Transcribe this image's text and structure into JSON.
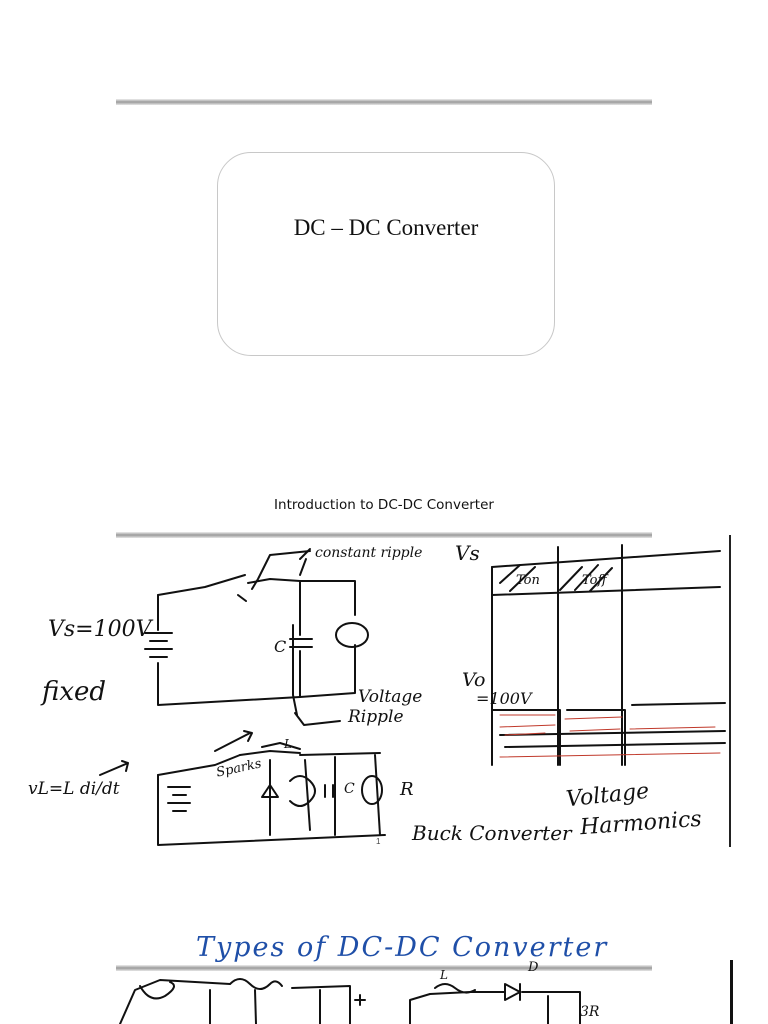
{
  "page1": {
    "title": "DC – DC Converter"
  },
  "page2": {
    "caption": "Introduction to DC-DC Converter",
    "handwriting": {
      "vs_label": "Vs=100V",
      "fixed": "fixed",
      "constant_ripple": "constant ripple",
      "c_label": "C",
      "voltage_ripple_1": "Voltage",
      "voltage_ripple_2": "Ripple",
      "vs_axis": "Vs",
      "ton": "Ton",
      "toff": "Toff",
      "vo_axis": "Vo",
      "vo_value": "=100V",
      "l_label": "L",
      "inductor_eq": "vL=L di/dt",
      "sparks": "Sparks",
      "c2_label": "C",
      "r_label": "R",
      "buck": "Buck Converter",
      "voltage_h": "Voltage",
      "harmonics": "Harmonics"
    },
    "page_number": "1"
  },
  "page3": {
    "heading": "Types of DC-DC Converter",
    "labels": {
      "d": "D",
      "r": "3R",
      "l": "L"
    }
  },
  "colors": {
    "ink": "#111111",
    "red_ink": "#c0392b",
    "blue_ink": "#1f4fa8"
  }
}
